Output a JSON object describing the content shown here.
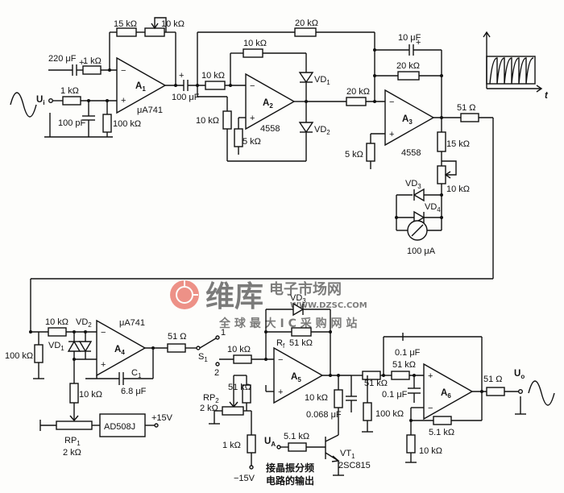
{
  "labels": {
    "r_15k_top": "15 kΩ",
    "r_10k_top_pot": "10 kΩ",
    "c_220u": "220 μF",
    "r_1k_a": "1 kΩ",
    "r_1k_b": "1 kΩ",
    "c_100p": "100 pF",
    "r_100k_a": "100 kΩ",
    "a1": "A",
    "a1_sub": "1",
    "ua741_a": "μA741",
    "c_100u": "100 μF",
    "r_10k_in2": "10 kΩ",
    "r_10k_fb2": "10 kΩ",
    "a2": "A",
    "a2_sub": "2",
    "vd1": "VD",
    "vd1_sub": "1",
    "vd2": "VD",
    "vd2_sub": "2",
    "r_10k_gnd2": "10 kΩ",
    "r_5k_a": "5 kΩ",
    "op_4558_a": "4558",
    "r_20k_top": "20 kΩ",
    "c_10u": "10 μF",
    "r_20k_fb3": "20 kΩ",
    "r_20k_in3": "20 kΩ",
    "a3": "A",
    "a3_sub": "3",
    "r_5k_b": "5 kΩ",
    "op_4558_b": "4558",
    "r_51_a": "51 Ω",
    "r_15k_b": "15 kΩ",
    "vd3": "VD",
    "vd3_sub": "3",
    "r_10k_pot_meter": "10 kΩ",
    "vd4": "VD",
    "vd4_sub": "4",
    "meter": "100 μA",
    "wave_t": "t",
    "input_u": "U",
    "input_u_sub": "i",
    "r_10k_in4": "10 kΩ",
    "vd2_b": "VD",
    "vd2_b_sub": "2",
    "ua741_b": "μA741",
    "r_100k_b": "100 kΩ",
    "vd1_b": "VD",
    "vd1_b_sub": "1",
    "a4": "A",
    "a4_sub": "4",
    "c1": "C",
    "c1_sub": "1",
    "c1_val": "6.8 μF",
    "r_51_b": "51 Ω",
    "s1": "S",
    "s1_sub": "1",
    "s1_pos1": "1",
    "s1_pos2": "2",
    "r_10k_d": "10 kΩ",
    "rp1": "RP",
    "rp1_sub": "1",
    "rp1_val": "2 kΩ",
    "ad508j": "AD508J",
    "plus15": "+15V",
    "vd3_b": "VD",
    "vd3_b_sub": "3",
    "rf": "R",
    "rf_sub": "f",
    "rf_val": "51 kΩ",
    "r_10k_in5": "10 kΩ",
    "a5": "A",
    "a5_sub": "5",
    "r_51k_b": "51 kΩ",
    "rp2": "RP",
    "rp2_sub": "2",
    "rp2_val": "2 kΩ",
    "r_1k_c": "1 kΩ",
    "minus15": "−15V",
    "ua": "U",
    "ua_sub": "A",
    "r_5k1_a": "5.1 kΩ",
    "vt1": "VT",
    "vt1_sub": "1",
    "sc815": "2SC815",
    "caption_1": "接晶振分频",
    "caption_2": "电路的输出",
    "r_10k_e": "10 kΩ",
    "c_0068": "0.068 μF",
    "r_100k_c": "100 kΩ",
    "r_51k_c": "51 kΩ",
    "r_51k_d": "51 kΩ",
    "c_01_a": "0.1 μF",
    "c_01_b": "0.1 μF",
    "a6": "A",
    "a6_sub": "6",
    "r_5k1_b": "5.1 kΩ",
    "r_10k_f": "10 kΩ",
    "r_51_c": "51 Ω",
    "output_u": "U",
    "output_u_sub": "o"
  },
  "watermark": {
    "brand": "维库",
    "subbrand": "电子市场网",
    "url": "WWW.DZSC.COM",
    "slogan": "全 球 最 大 I C 采 购 网 站",
    "color": "#e03a2a"
  }
}
